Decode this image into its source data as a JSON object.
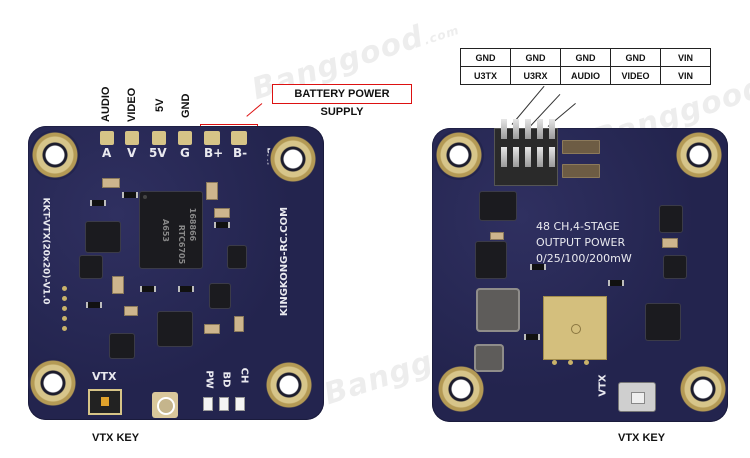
{
  "watermark": {
    "brand": "Banggood",
    "domain": ".com"
  },
  "left_board": {
    "top_labels": [
      "AUDIO",
      "VIDEO",
      "5V",
      "GND"
    ],
    "callout": "BATTERY POWER SUPPLY",
    "pad_silk": [
      "A",
      "V",
      "5V",
      "G",
      "B+",
      "B-"
    ],
    "edge_silk_bat": "BAT",
    "side_silk_left": "KKT-VTX(20x20)-V1.0",
    "side_silk_right": "KINGKONG-RC.COM",
    "chip_text": [
      "RTC6705",
      "A653",
      "168866"
    ],
    "vtx_silk": "VTX",
    "led_silk": [
      "PW",
      "BD",
      "CH"
    ],
    "bottom_label": "VTX KEY"
  },
  "right_board": {
    "pin_table": [
      [
        "GND",
        "GND",
        "GND",
        "GND",
        "VIN"
      ],
      [
        "U3TX",
        "U3RX",
        "AUDIO",
        "VIDEO",
        "VIN"
      ]
    ],
    "silk_lines": [
      "48 CH,4-STAGE",
      "OUTPUT POWER",
      "0/25/100/200mW"
    ],
    "vtx_silk": "VTX",
    "bottom_label": "VTX KEY"
  }
}
